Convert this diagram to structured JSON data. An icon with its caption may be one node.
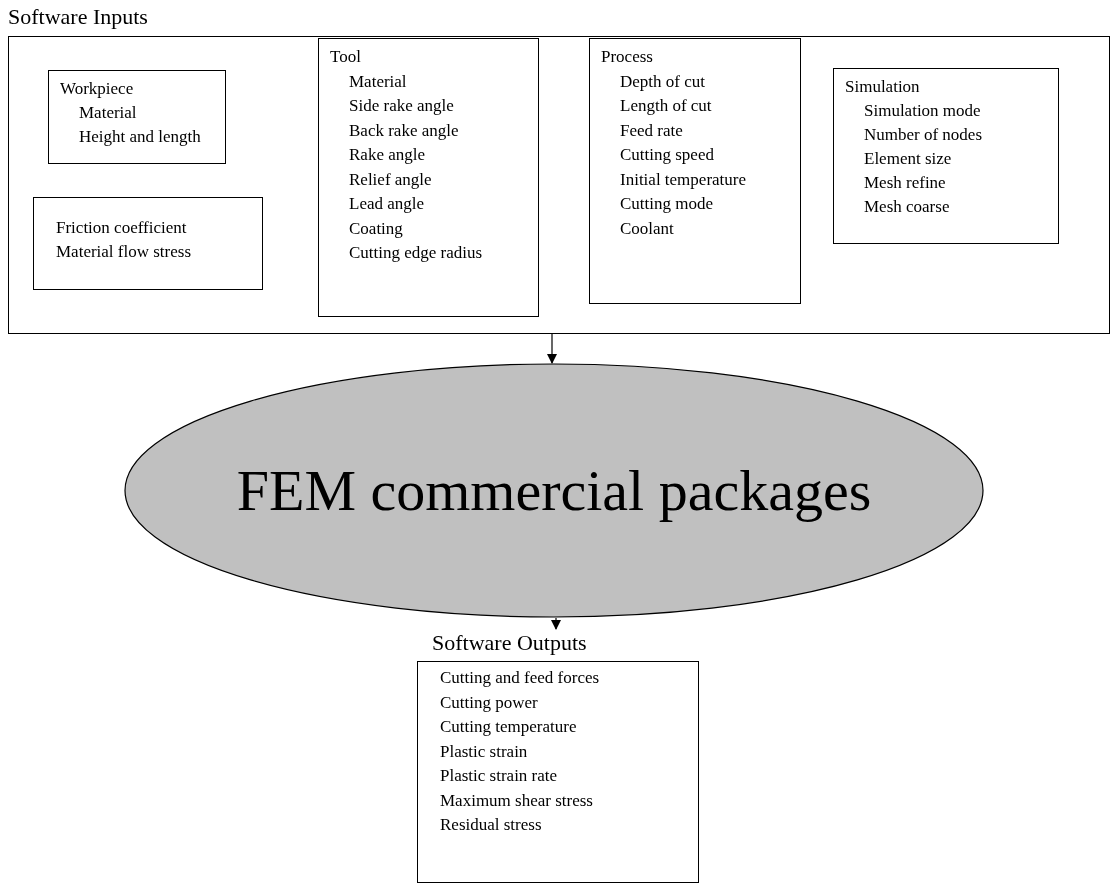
{
  "diagram": {
    "nodes": [
      {
        "text": [
          "Software Inputs"
        ]
      },
      {
        "text": [
          "Workpiece",
          "Material",
          "Height and length"
        ],
        "in": 0
      },
      {
        "text": [
          "Tool",
          "Material",
          "Side rake angle",
          "Back rake angle",
          "Rake angle",
          "Relief angle",
          "Lead angle",
          "Coating",
          "Cutting edge radius"
        ],
        "in": 0
      },
      {
        "text": [
          "Process",
          "Depth of cut",
          "Length of cut",
          "Feed rate",
          "Cutting speed",
          "Initial temperature",
          "Cutting mode",
          "Coolant"
        ],
        "in": 0
      },
      {
        "text": [
          "Simulation",
          "Simulation mode",
          "Number of nodes",
          "Element size",
          "Mesh refine",
          "Mesh coarse"
        ],
        "in": 0
      },
      {
        "text": [
          "Friction coefficient",
          "Material flow stress"
        ],
        "in": 0
      },
      {
        "text": [
          "FEM commercial packages"
        ]
      },
      {
        "text": [
          "Software Outputs",
          "Cutting and feed forces",
          "Cutting power",
          "Cutting temperature",
          "Plastic strain",
          "Plastic strain rate",
          "Maximum shear stress",
          "Residual stress"
        ]
      }
    ],
    "edges": [
      {
        "from": 0,
        "to": 6,
        "arrow": "to"
      },
      {
        "from": 6,
        "to": 7,
        "arrow": "to"
      }
    ]
  }
}
